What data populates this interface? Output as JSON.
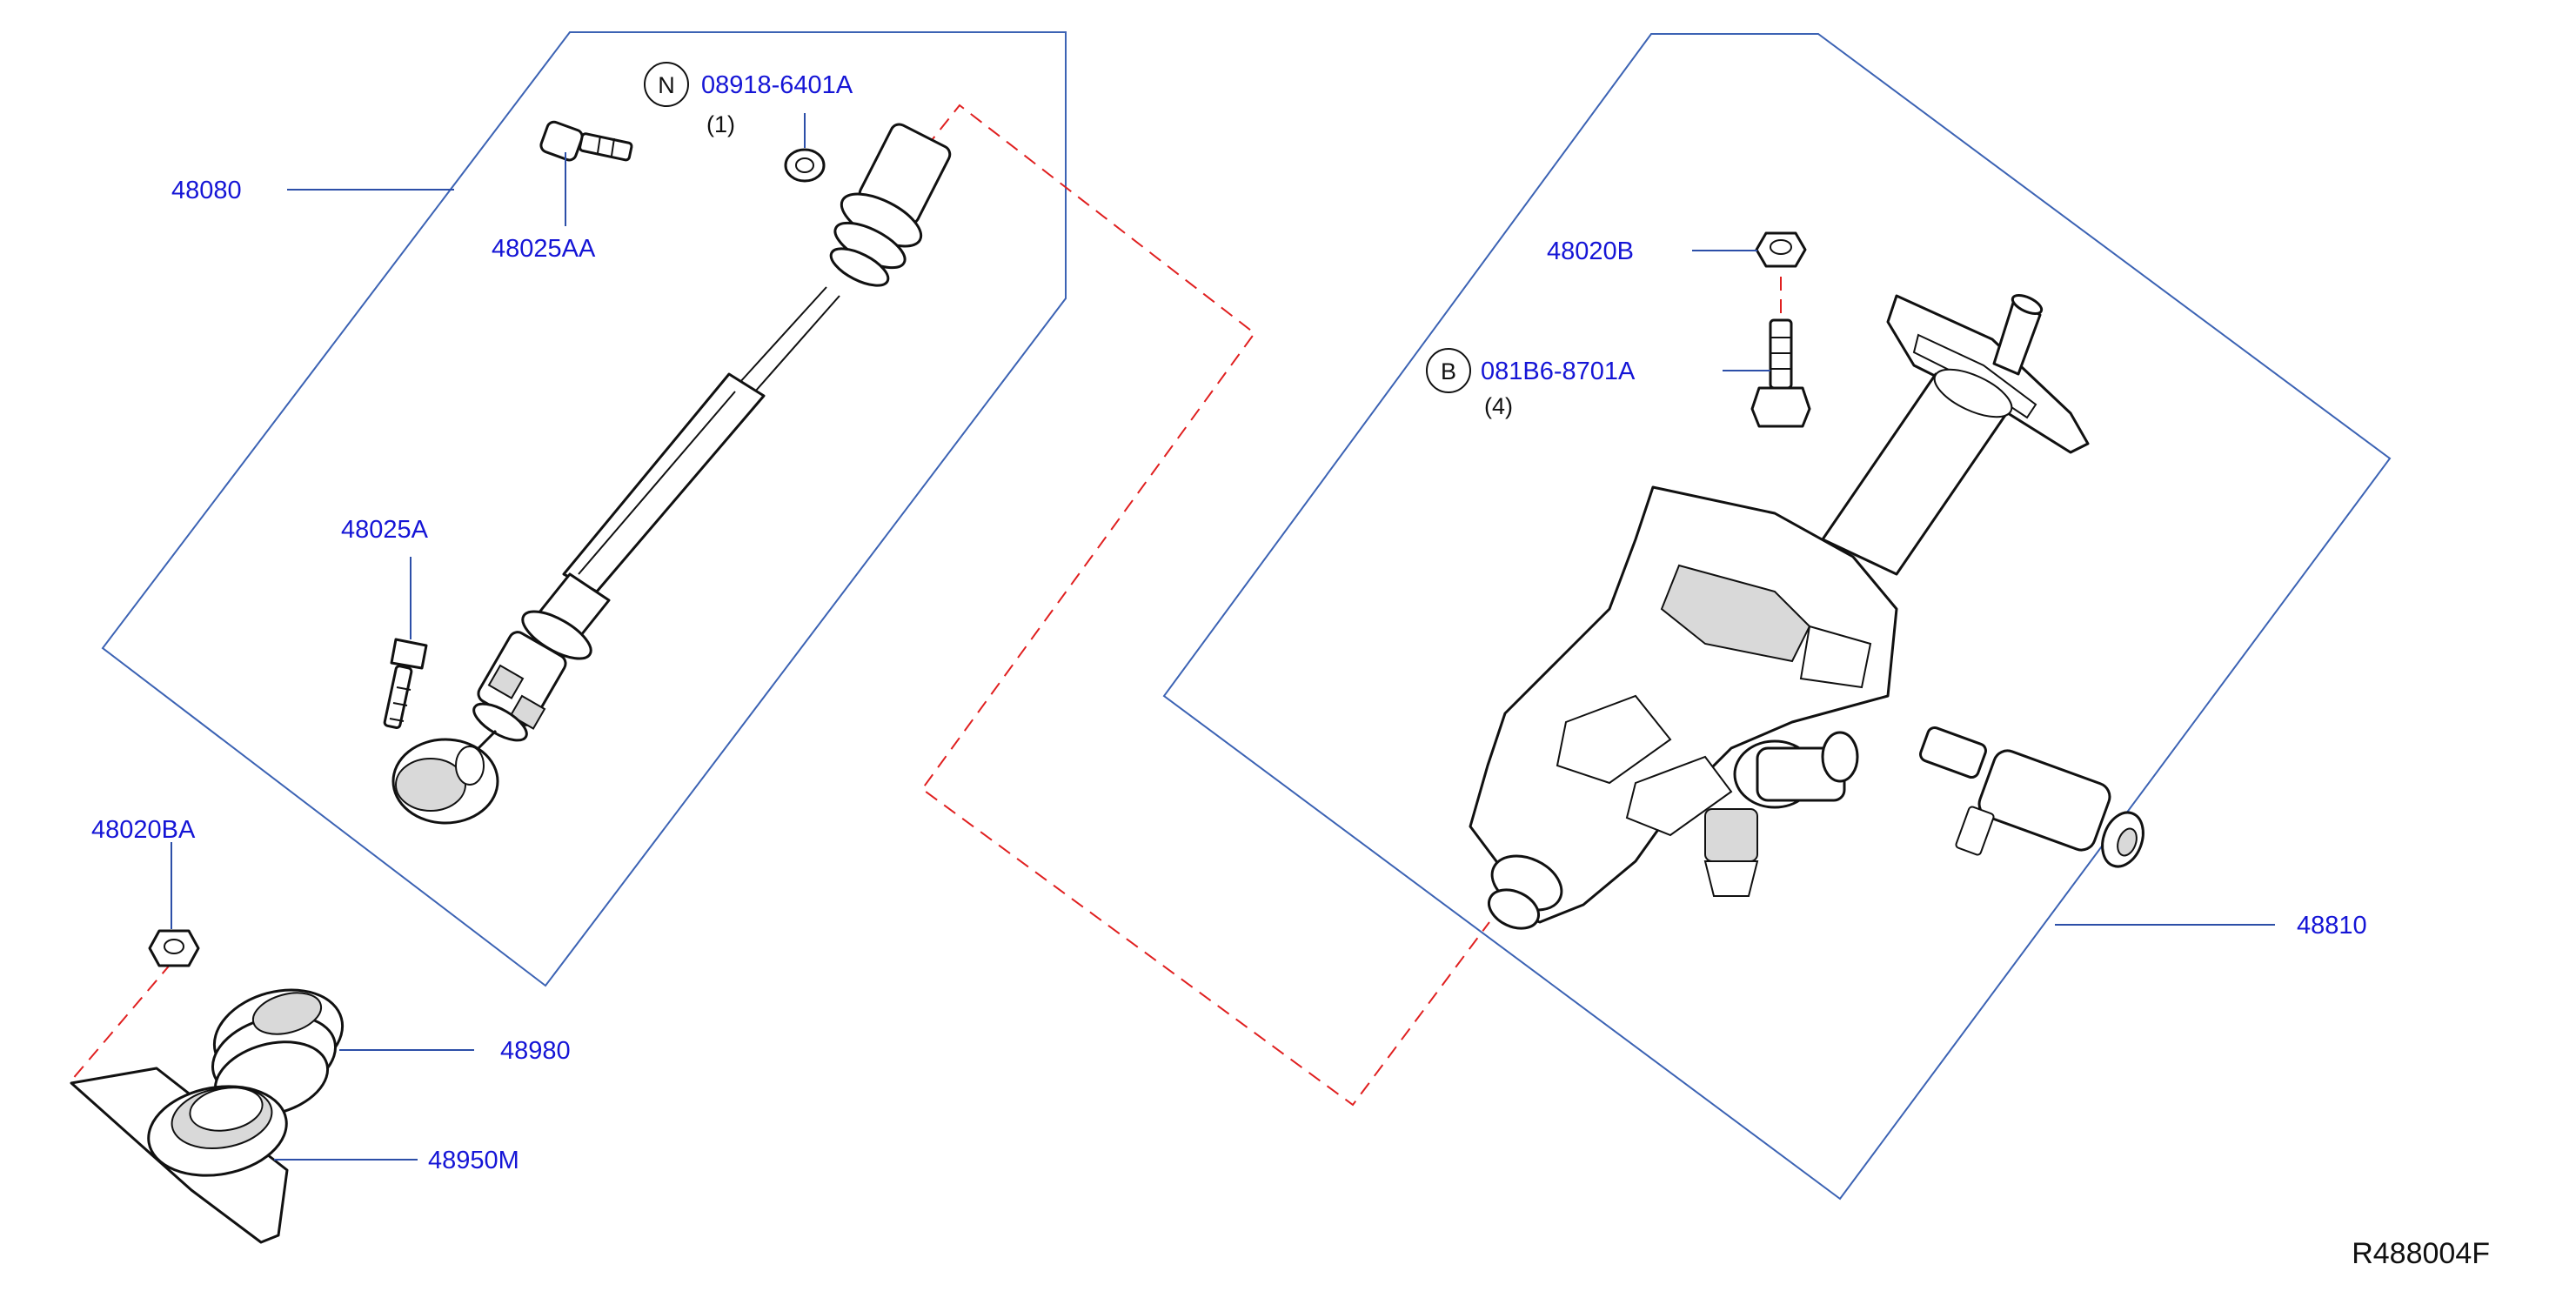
{
  "diagram": {
    "reference_code": "R488004F",
    "colors": {
      "label_text": "#1515d6",
      "leader_line": "#2c4fa8",
      "dashed_connector": "#e02020",
      "part_outline": "#111111"
    },
    "parts": [
      {
        "number": "48080"
      },
      {
        "number": "48025AA"
      },
      {
        "number": "08918-6401A",
        "prefix": "N",
        "quantity": "(1)"
      },
      {
        "number": "48025A"
      },
      {
        "number": "48020BA"
      },
      {
        "number": "48980"
      },
      {
        "number": "48950M"
      },
      {
        "number": "48020B"
      },
      {
        "number": "081B6-8701A",
        "prefix": "B",
        "quantity": "(4)"
      },
      {
        "number": "48810"
      }
    ]
  }
}
